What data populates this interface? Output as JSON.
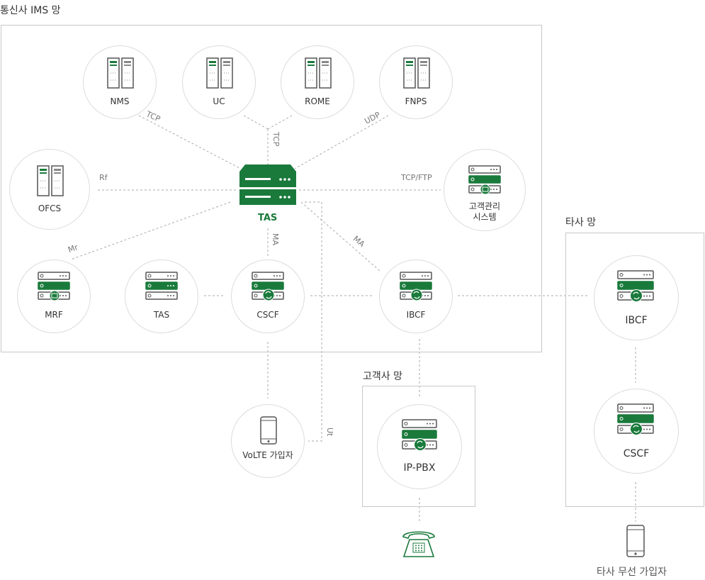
{
  "regions": {
    "ims": "통신사 IMS 망",
    "other": "타사 망",
    "customer": "고객사 망"
  },
  "nodes": {
    "nms": "NMS",
    "uc": "UC",
    "rome": "ROME",
    "fnps": "FNPS",
    "ofcs": "OFCS",
    "tas_center": "TAS",
    "crm_line1": "고객관리",
    "crm_line2": "시스템",
    "mrf": "MRF",
    "tas": "TAS",
    "cscf": "CSCF",
    "ibcf": "IBCF",
    "volte": "VoLTE 가입자",
    "ippbx": "IP-PBX",
    "other_ibcf": "IBCF",
    "other_cscf": "CSCF",
    "wireless": "타사 무선 가입자"
  },
  "edges": {
    "tcp1": "TCP",
    "tcp2": "TCP",
    "udp": "UDP",
    "rf": "Rf",
    "tcpftp": "TCP/FTP",
    "mr": "Mr",
    "ma1": "MA",
    "ma2": "MA",
    "ut": "Ut"
  },
  "colors": {
    "accent": "#1a7a3c",
    "border": "#c8c8c8",
    "line": "#aaaaaa"
  }
}
